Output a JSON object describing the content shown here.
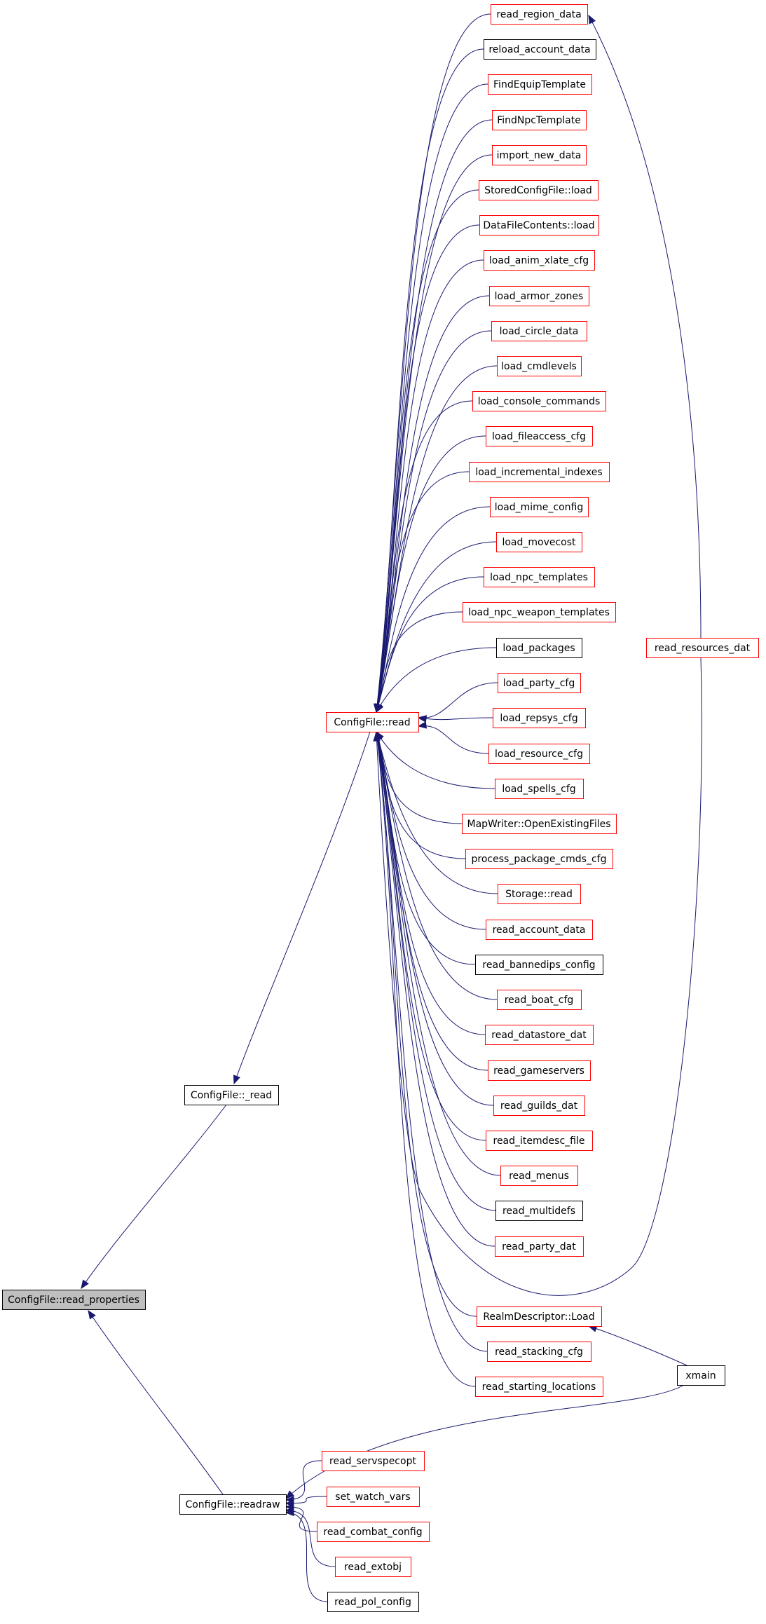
{
  "colors": {
    "edge": "#191970",
    "border_red": "#ff0000",
    "border_black": "#000000",
    "highlight_fill": "#bfbfbf"
  },
  "nodes": [
    {
      "id": "read_properties",
      "label": "ConfigFile::read_properties",
      "style": "highlight"
    },
    {
      "id": "_read",
      "label": "ConfigFile::_read",
      "style": "black"
    },
    {
      "id": "readraw",
      "label": "ConfigFile::readraw",
      "style": "black"
    },
    {
      "id": "read",
      "label": "ConfigFile::read",
      "style": "red"
    },
    {
      "id": "read_region_data",
      "label": "read_region_data",
      "style": "red"
    },
    {
      "id": "reload_account_data",
      "label": "reload_account_data",
      "style": "black"
    },
    {
      "id": "FindEquipTemplate",
      "label": "FindEquipTemplate",
      "style": "red"
    },
    {
      "id": "FindNpcTemplate",
      "label": "FindNpcTemplate",
      "style": "red"
    },
    {
      "id": "import_new_data",
      "label": "import_new_data",
      "style": "red"
    },
    {
      "id": "StoredConfigFile_load",
      "label": "StoredConfigFile::load",
      "style": "red"
    },
    {
      "id": "DataFileContents_load",
      "label": "DataFileContents::load",
      "style": "red"
    },
    {
      "id": "load_anim_xlate_cfg",
      "label": "load_anim_xlate_cfg",
      "style": "red"
    },
    {
      "id": "load_armor_zones",
      "label": "load_armor_zones",
      "style": "red"
    },
    {
      "id": "load_circle_data",
      "label": "load_circle_data",
      "style": "red"
    },
    {
      "id": "load_cmdlevels",
      "label": "load_cmdlevels",
      "style": "red"
    },
    {
      "id": "load_console_commands",
      "label": "load_console_commands",
      "style": "red"
    },
    {
      "id": "load_fileaccess_cfg",
      "label": "load_fileaccess_cfg",
      "style": "red"
    },
    {
      "id": "load_incremental_indexes",
      "label": "load_incremental_indexes",
      "style": "red"
    },
    {
      "id": "load_mime_config",
      "label": "load_mime_config",
      "style": "red"
    },
    {
      "id": "load_movecost",
      "label": "load_movecost",
      "style": "red"
    },
    {
      "id": "load_npc_templates",
      "label": "load_npc_templates",
      "style": "red"
    },
    {
      "id": "load_npc_weapon_templates",
      "label": "load_npc_weapon_templates",
      "style": "red"
    },
    {
      "id": "load_packages",
      "label": "load_packages",
      "style": "black"
    },
    {
      "id": "load_party_cfg",
      "label": "load_party_cfg",
      "style": "red"
    },
    {
      "id": "load_repsys_cfg",
      "label": "load_repsys_cfg",
      "style": "red"
    },
    {
      "id": "load_resource_cfg",
      "label": "load_resource_cfg",
      "style": "red"
    },
    {
      "id": "load_spells_cfg",
      "label": "load_spells_cfg",
      "style": "red"
    },
    {
      "id": "MapWriter_OpenExistingFiles",
      "label": "MapWriter::OpenExistingFiles",
      "style": "red"
    },
    {
      "id": "process_package_cmds_cfg",
      "label": "process_package_cmds_cfg",
      "style": "red"
    },
    {
      "id": "Storage_read",
      "label": "Storage::read",
      "style": "red"
    },
    {
      "id": "read_account_data",
      "label": "read_account_data",
      "style": "red"
    },
    {
      "id": "read_bannedips_config",
      "label": "read_bannedips_config",
      "style": "black"
    },
    {
      "id": "read_boat_cfg",
      "label": "read_boat_cfg",
      "style": "red"
    },
    {
      "id": "read_datastore_dat",
      "label": "read_datastore_dat",
      "style": "red"
    },
    {
      "id": "read_gameservers",
      "label": "read_gameservers",
      "style": "red"
    },
    {
      "id": "read_guilds_dat",
      "label": "read_guilds_dat",
      "style": "red"
    },
    {
      "id": "read_itemdesc_file",
      "label": "read_itemdesc_file",
      "style": "red"
    },
    {
      "id": "read_menus",
      "label": "read_menus",
      "style": "red"
    },
    {
      "id": "read_multidefs",
      "label": "read_multidefs",
      "style": "black"
    },
    {
      "id": "read_party_dat",
      "label": "read_party_dat",
      "style": "red"
    },
    {
      "id": "RealmDescriptor_Load",
      "label": "RealmDescriptor::Load",
      "style": "red"
    },
    {
      "id": "read_stacking_cfg",
      "label": "read_stacking_cfg",
      "style": "red"
    },
    {
      "id": "read_starting_locations",
      "label": "read_starting_locations",
      "style": "red"
    },
    {
      "id": "read_resources_dat",
      "label": "read_resources_dat",
      "style": "red"
    },
    {
      "id": "xmain",
      "label": "xmain",
      "style": "black"
    },
    {
      "id": "read_servspecopt",
      "label": "read_servspecopt",
      "style": "red"
    },
    {
      "id": "set_watch_vars",
      "label": "set_watch_vars",
      "style": "red"
    },
    {
      "id": "read_combat_config",
      "label": "read_combat_config",
      "style": "red"
    },
    {
      "id": "read_extobj",
      "label": "read_extobj",
      "style": "red"
    },
    {
      "id": "read_pol_config",
      "label": "read_pol_config",
      "style": "black"
    }
  ],
  "edges": [
    {
      "from": "_read",
      "to": "read_properties"
    },
    {
      "from": "readraw",
      "to": "read_properties"
    },
    {
      "from": "read",
      "to": "_read"
    },
    {
      "from": "read_region_data",
      "to": "read"
    },
    {
      "from": "reload_account_data",
      "to": "read"
    },
    {
      "from": "FindEquipTemplate",
      "to": "read"
    },
    {
      "from": "FindNpcTemplate",
      "to": "read"
    },
    {
      "from": "import_new_data",
      "to": "read"
    },
    {
      "from": "StoredConfigFile_load",
      "to": "read"
    },
    {
      "from": "DataFileContents_load",
      "to": "read"
    },
    {
      "from": "load_anim_xlate_cfg",
      "to": "read"
    },
    {
      "from": "load_armor_zones",
      "to": "read"
    },
    {
      "from": "load_circle_data",
      "to": "read"
    },
    {
      "from": "load_cmdlevels",
      "to": "read"
    },
    {
      "from": "load_console_commands",
      "to": "read"
    },
    {
      "from": "load_fileaccess_cfg",
      "to": "read"
    },
    {
      "from": "load_incremental_indexes",
      "to": "read"
    },
    {
      "from": "load_mime_config",
      "to": "read"
    },
    {
      "from": "load_movecost",
      "to": "read"
    },
    {
      "from": "load_npc_templates",
      "to": "read"
    },
    {
      "from": "load_npc_weapon_templates",
      "to": "read"
    },
    {
      "from": "load_packages",
      "to": "read"
    },
    {
      "from": "load_party_cfg",
      "to": "read"
    },
    {
      "from": "load_repsys_cfg",
      "to": "read"
    },
    {
      "from": "load_resource_cfg",
      "to": "read"
    },
    {
      "from": "load_spells_cfg",
      "to": "read"
    },
    {
      "from": "MapWriter_OpenExistingFiles",
      "to": "read"
    },
    {
      "from": "process_package_cmds_cfg",
      "to": "read"
    },
    {
      "from": "Storage_read",
      "to": "read"
    },
    {
      "from": "read_account_data",
      "to": "read"
    },
    {
      "from": "read_bannedips_config",
      "to": "read"
    },
    {
      "from": "read_boat_cfg",
      "to": "read"
    },
    {
      "from": "read_datastore_dat",
      "to": "read"
    },
    {
      "from": "read_gameservers",
      "to": "read"
    },
    {
      "from": "read_guilds_dat",
      "to": "read"
    },
    {
      "from": "read_itemdesc_file",
      "to": "read"
    },
    {
      "from": "read_menus",
      "to": "read"
    },
    {
      "from": "read_multidefs",
      "to": "read"
    },
    {
      "from": "read_party_dat",
      "to": "read"
    },
    {
      "from": "RealmDescriptor_Load",
      "to": "read"
    },
    {
      "from": "read_stacking_cfg",
      "to": "read"
    },
    {
      "from": "read_starting_locations",
      "to": "read"
    },
    {
      "from": "read_resources_dat",
      "to": "read"
    },
    {
      "from": "read_resources_dat",
      "to": "read_region_data"
    },
    {
      "from": "xmain",
      "to": "RealmDescriptor_Load"
    },
    {
      "from": "xmain",
      "to": "readraw"
    },
    {
      "from": "read_servspecopt",
      "to": "readraw"
    },
    {
      "from": "set_watch_vars",
      "to": "readraw"
    },
    {
      "from": "read_combat_config",
      "to": "readraw"
    },
    {
      "from": "read_extobj",
      "to": "readraw"
    },
    {
      "from": "read_pol_config",
      "to": "readraw"
    }
  ]
}
